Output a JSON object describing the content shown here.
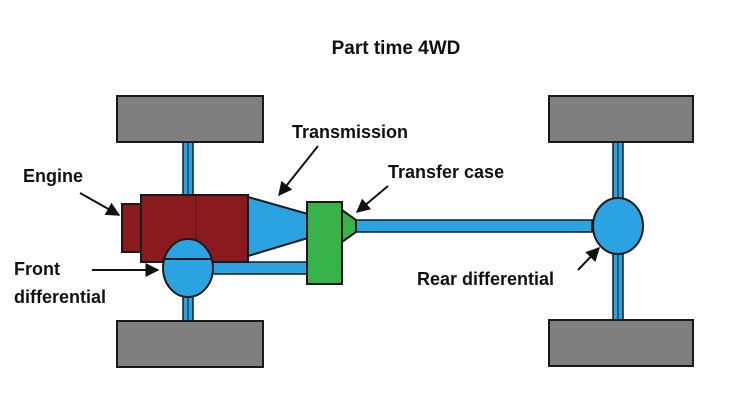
{
  "title": "Part time 4WD",
  "labels": {
    "engine": "Engine",
    "transmission": "Transmission",
    "transfer_case": "Transfer case",
    "front_differential_line1": "Front",
    "front_differential_line2": "differential",
    "rear_differential": "Rear differential"
  },
  "colors": {
    "wheel": "#7f7f7f",
    "engine": "#8b1a1f",
    "transmission": "#2aa3e0",
    "shaft": "#2aa3e0",
    "transfer_case": "#37b34a",
    "differential": "#2aa3e0",
    "outline": "#1a1a1a",
    "arrow": "#111111"
  }
}
